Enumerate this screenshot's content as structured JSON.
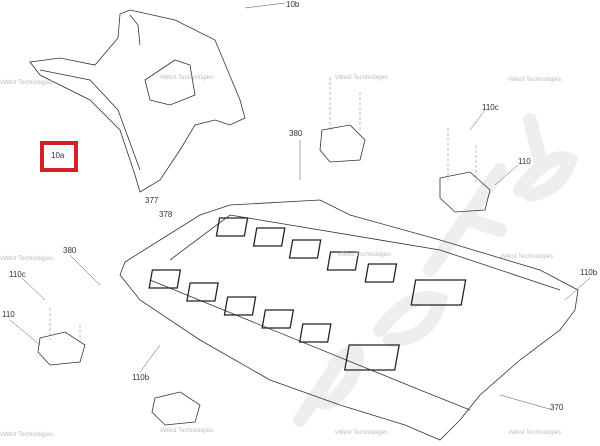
{
  "diagram": {
    "highlighted_part": "10a",
    "labels": [
      "10b",
      "377",
      "378",
      "380",
      "110c",
      "110",
      "380",
      "110c",
      "110",
      "110b",
      "110b",
      "370"
    ],
    "watermark": "vWest Technologies",
    "background_watermark": "partslife"
  }
}
